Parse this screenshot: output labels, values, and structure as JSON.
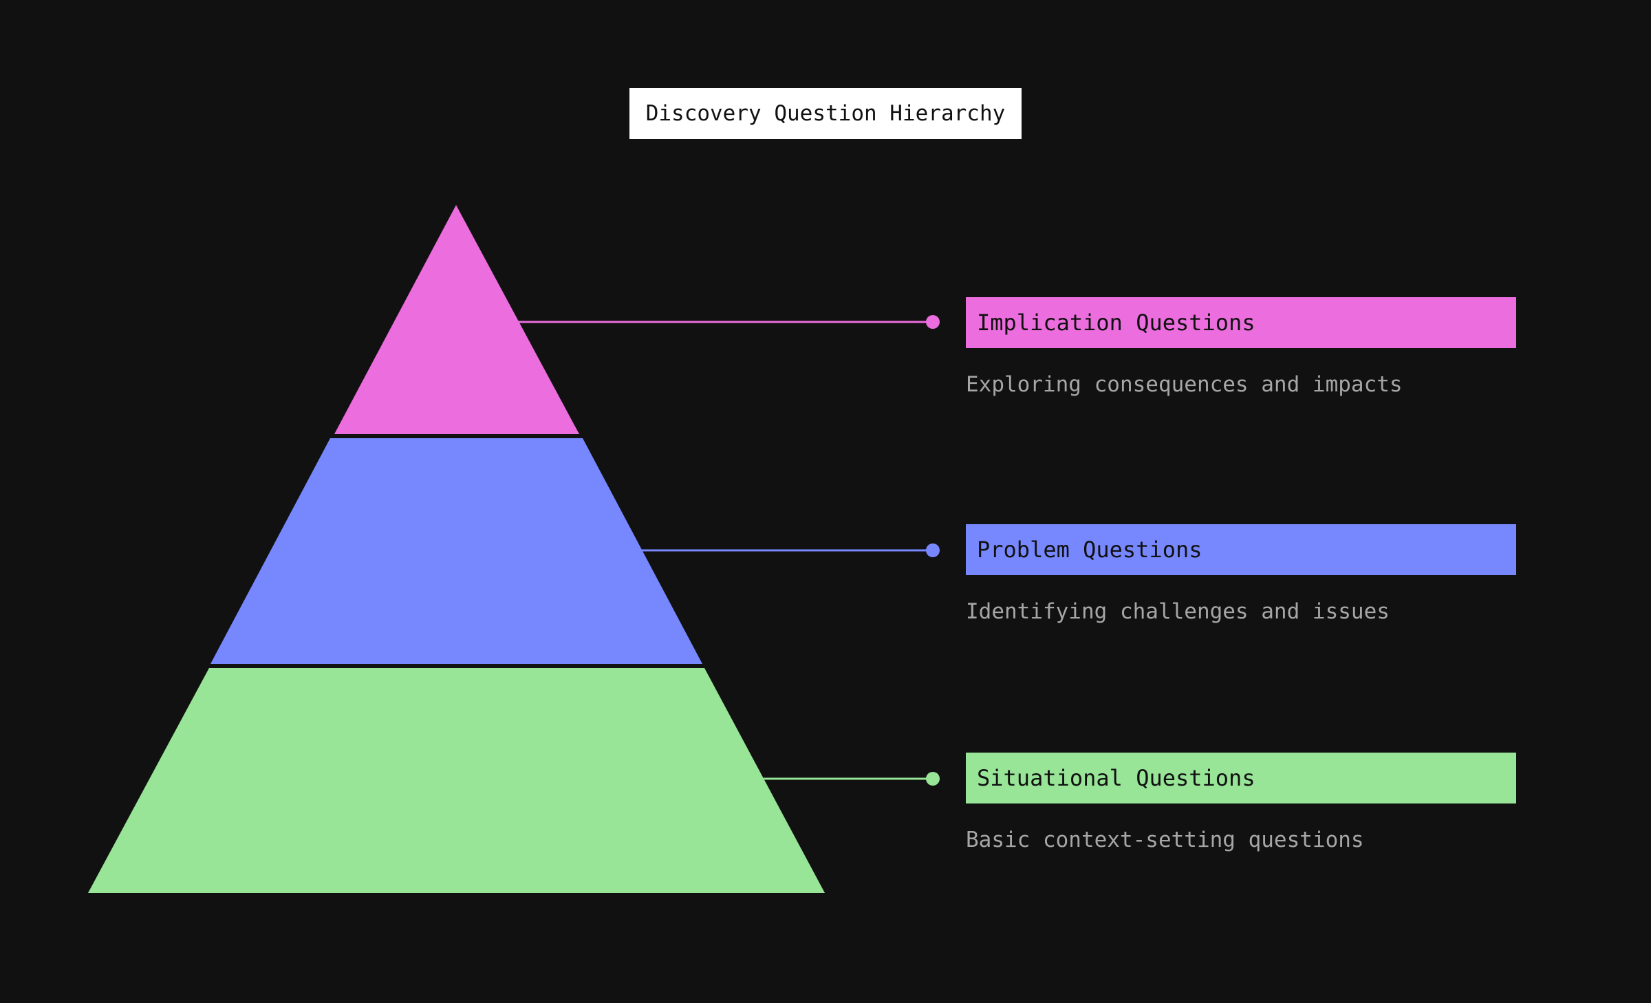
{
  "title": "Discovery Question Hierarchy",
  "levels": [
    {
      "label": "Implication Questions",
      "description": "Exploring consequences and impacts",
      "color": "#ec6ddd"
    },
    {
      "label": "Problem Questions",
      "description": "Identifying challenges and issues",
      "color": "#7788ff"
    },
    {
      "label": "Situational Questions",
      "description": "Basic context-setting questions",
      "color": "#98e597"
    }
  ],
  "colors": {
    "background": "#111111",
    "title_box": "#ffffff",
    "description_text": "#a6a6a6"
  }
}
